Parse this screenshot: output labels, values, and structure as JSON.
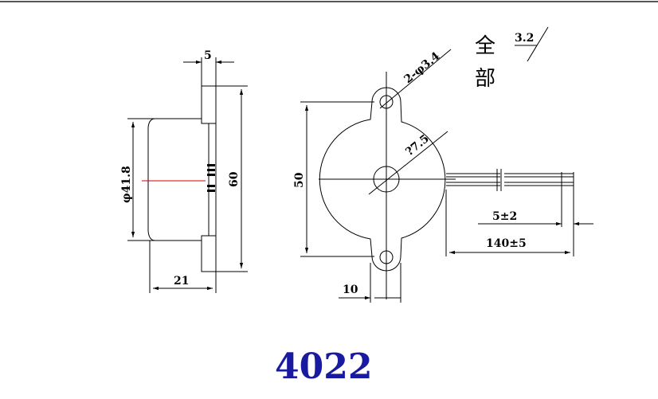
{
  "model_number": "4022",
  "colors": {
    "line": "#000000",
    "accent": "#1a1aa0",
    "center_line": "#d00000",
    "border": "#1e1e1e"
  },
  "side_view": {
    "thickness": "5",
    "diameter": "φ41.8",
    "height": "60",
    "depth": "21"
  },
  "front_view": {
    "holes": "2-φ3.4",
    "center_hole": "?7.5",
    "height": "50",
    "tab_width": "10",
    "wire_strip": "5±2",
    "wire_length": "140±5"
  },
  "finish": {
    "label_line1": "全",
    "label_line2": "部",
    "roughness": "3.2"
  }
}
